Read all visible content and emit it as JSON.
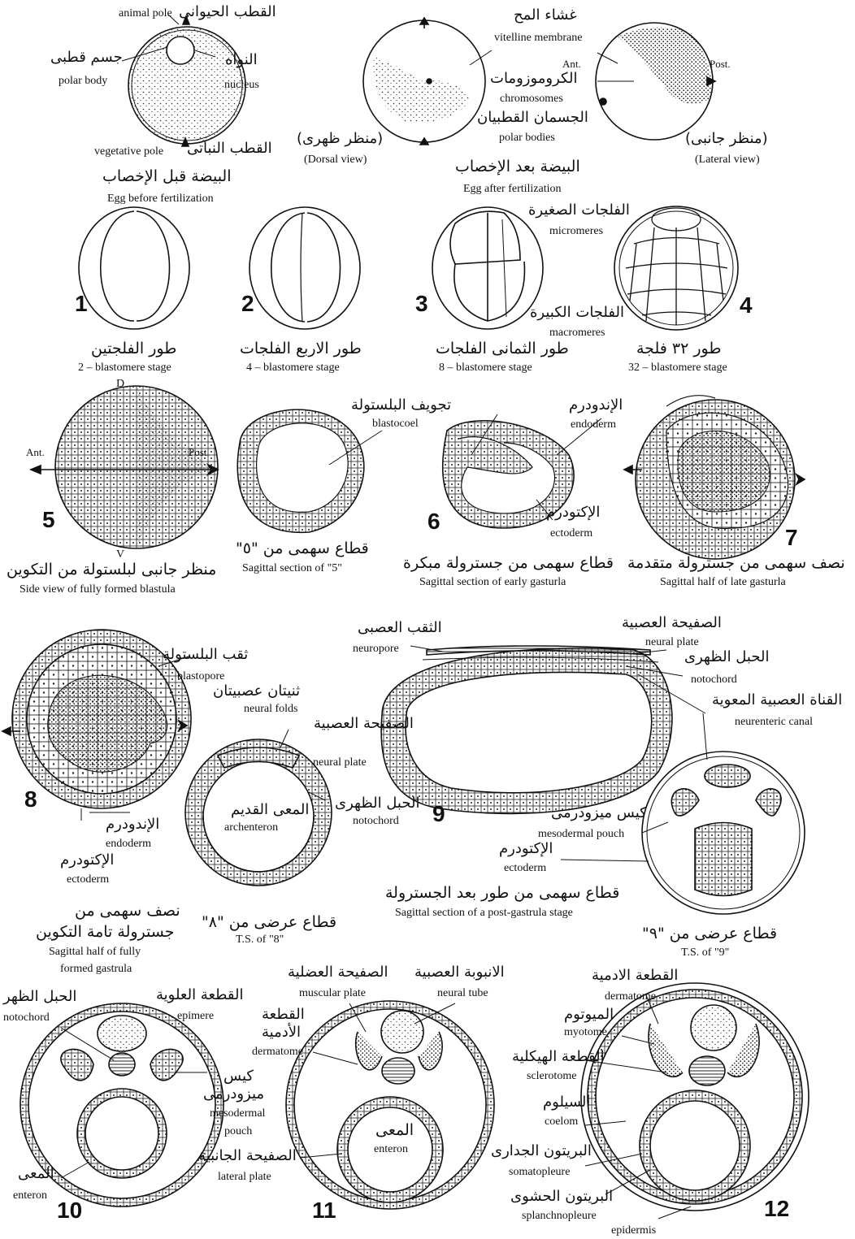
{
  "row1": {
    "animal_pole_en": "animal pole",
    "animal_pole_ar": "القطب الحيوانى",
    "polar_body_ar": "جسم قطبى",
    "polar_body_en": "polar body",
    "nucleus_ar": "النواه",
    "nucleus_en": "nucleus",
    "vegetative_pole_en": "vegetative pole",
    "vegetative_pole_ar": "القطب النباتى",
    "caption_ar": "البيضة قبل الإخصاب",
    "caption_en": "Egg before fertilization",
    "vitelline_ar": "غشاء المح",
    "vitelline_en": "vitelline membrane",
    "chromosomes_ar": "الكروموزومات",
    "chromosomes_en": "chromosomes",
    "polar_bodies_ar": "الجسمان القطبيان",
    "polar_bodies_en": "polar bodies",
    "ant": "Ant.",
    "post": "Post.",
    "dorsal_ar": "(منظر ظهرى)",
    "dorsal_en": "(Dorsal view)",
    "lateral_ar": "(منظر جانبى)",
    "lateral_en": "(Lateral view)",
    "after_ar": "البيضة بعد الإخصاب",
    "after_en": "Egg after fertilization"
  },
  "row2": {
    "n1": "1",
    "n2": "2",
    "n3": "3",
    "n4": "4",
    "cap1_ar": "طور الفلجتين",
    "cap1_en": "2 – blastomere stage",
    "cap2_ar": "طور الاربع الفلجات",
    "cap2_en": "4 – blastomere stage",
    "cap3_ar": "طور الثمانى الفلجات",
    "cap3_en": "8 – blastomere stage",
    "cap4_ar": "طور ٣٢ فلجة",
    "cap4_en": "32 – blastomere stage",
    "micromeres_ar": "الفلجات الصغيرة",
    "micromeres_en": "micromeres",
    "macromeres_ar": "الفلجات الكبيرة",
    "macromeres_en": "macromeres"
  },
  "row3": {
    "D": "D",
    "V": "V",
    "ant": "Ant.",
    "post": "Post.",
    "n5": "5",
    "n6": "6",
    "n7": "7",
    "blastocoel_ar": "تجويف البلستولة",
    "blastocoel_en": "blastocoel",
    "endoderm_ar": "الإندودرم",
    "endoderm_en": "endoderm",
    "ectoderm_ar": "الإكتودرم",
    "ectoderm_en": "ectoderm",
    "side_ar": "منظر جانبى لبلستولة من التكوين",
    "side_en": "Side view of fully formed blastula",
    "sag5_ar": "قطاع سهمى من \"٥\"",
    "sag5_en": "Sagittal section of \"5\"",
    "early_ar": "قطاع سهمى من جسترولة مبكرة",
    "early_en": "Sagittal section of early gasturla",
    "late_ar": "نصف سهمى من جسترولة متقدمة",
    "late_en": "Sagittal half of late gasturla"
  },
  "row4": {
    "n8": "8",
    "n9": "9",
    "blastopore_ar": "ثقب البلستولة",
    "blastopore_en": "blastopore",
    "neural_folds_ar": "ثنيتان عصبيتان",
    "neural_folds_en": "neural folds",
    "neural_plate_ar": "الصفيحة العصبية",
    "neural_plate_en": "neural plate",
    "archenteron_ar": "المعى القديم",
    "archenteron_en": "archenteron",
    "notochord_ar": "الحبل الظهرى",
    "notochord_en": "notochord",
    "endoderm_ar": "الإندودرم",
    "endoderm_en": "endoderm",
    "ectoderm_ar": "الإكتودرم",
    "ectoderm_en": "ectoderm",
    "half_ar1": "نصف سهمى من",
    "half_ar2": "جسترولة تامة التكوين",
    "half_en1": "Sagittal half of fully",
    "half_en2": "formed gastrula",
    "ts8_ar": "قطاع عرضى من \"٨\"",
    "ts8_en": "T.S. of \"8\"",
    "neuropore_ar": "الثقب العصبى",
    "neuropore_en": "neuropore",
    "neural_plate2_ar": "الصفيحة العصبية",
    "neural_plate2_en": "neural plate",
    "notochord2_ar": "الحبل الظهرى",
    "notochord2_en": "notochord",
    "canal_ar": "القناة العصبية المعوية",
    "canal_en": "neurenteric canal",
    "mesopouch_ar": "كيس ميزودرمى",
    "mesopouch_en": "mesodermal pouch",
    "ecto9_ar": "الإكتودرم",
    "ecto9_en": "ectoderm",
    "post_ar": "قطاع سهمى من طور بعد الجسترولة",
    "post_en": "Sagittal section of a post-gastrula stage",
    "ts9_ar": "قطاع عرضى من \"٩\"",
    "ts9_en": "T.S. of \"9\""
  },
  "row5": {
    "n10": "10",
    "n11": "11",
    "n12": "12",
    "notochord_ar": "الحبل الظهر",
    "notochord_en": "notochord",
    "epimere_ar": "القطعة العلوية",
    "epimere_en": "epimere",
    "dermatome_ar1": "القطعة",
    "dermatome_ar2": "الأدمية",
    "dermatome_en": "dermatome",
    "mesopouch_ar1": "كيس",
    "mesopouch_ar2": "ميزودرمى",
    "mesopouch_en1": "mesodermal",
    "mesopouch_en2": "pouch",
    "enteron_ar": "المعى",
    "enteron_en": "enteron",
    "muscular_ar": "الصفيحة العضلية",
    "muscular_en": "muscular plate",
    "neural_tube_ar": "الانبوبة العصبية",
    "neural_tube_en": "neural tube",
    "enteron11_ar": "المعى",
    "enteron11_en": "enteron",
    "lateral_ar": "الصفيحة الجانبية",
    "lateral_en": "lateral plate",
    "derm12_ar": "القطعة الادمية",
    "derm12_en": "dermatome",
    "myotome_ar": "الميوتوم",
    "myotome_en": "myotome",
    "sclerotome_ar": "القطعة الهيكلية",
    "sclerotome_en": "sclerotome",
    "coelom_ar": "السيلوم",
    "coelom_en": "coelom",
    "somato_ar": "البريتون الجدارى",
    "somato_en": "somatopleure",
    "splanch_ar": "البريتون الحشوى",
    "splanch_en": "splanchnopleure",
    "epidermis_en": "epidermis"
  }
}
